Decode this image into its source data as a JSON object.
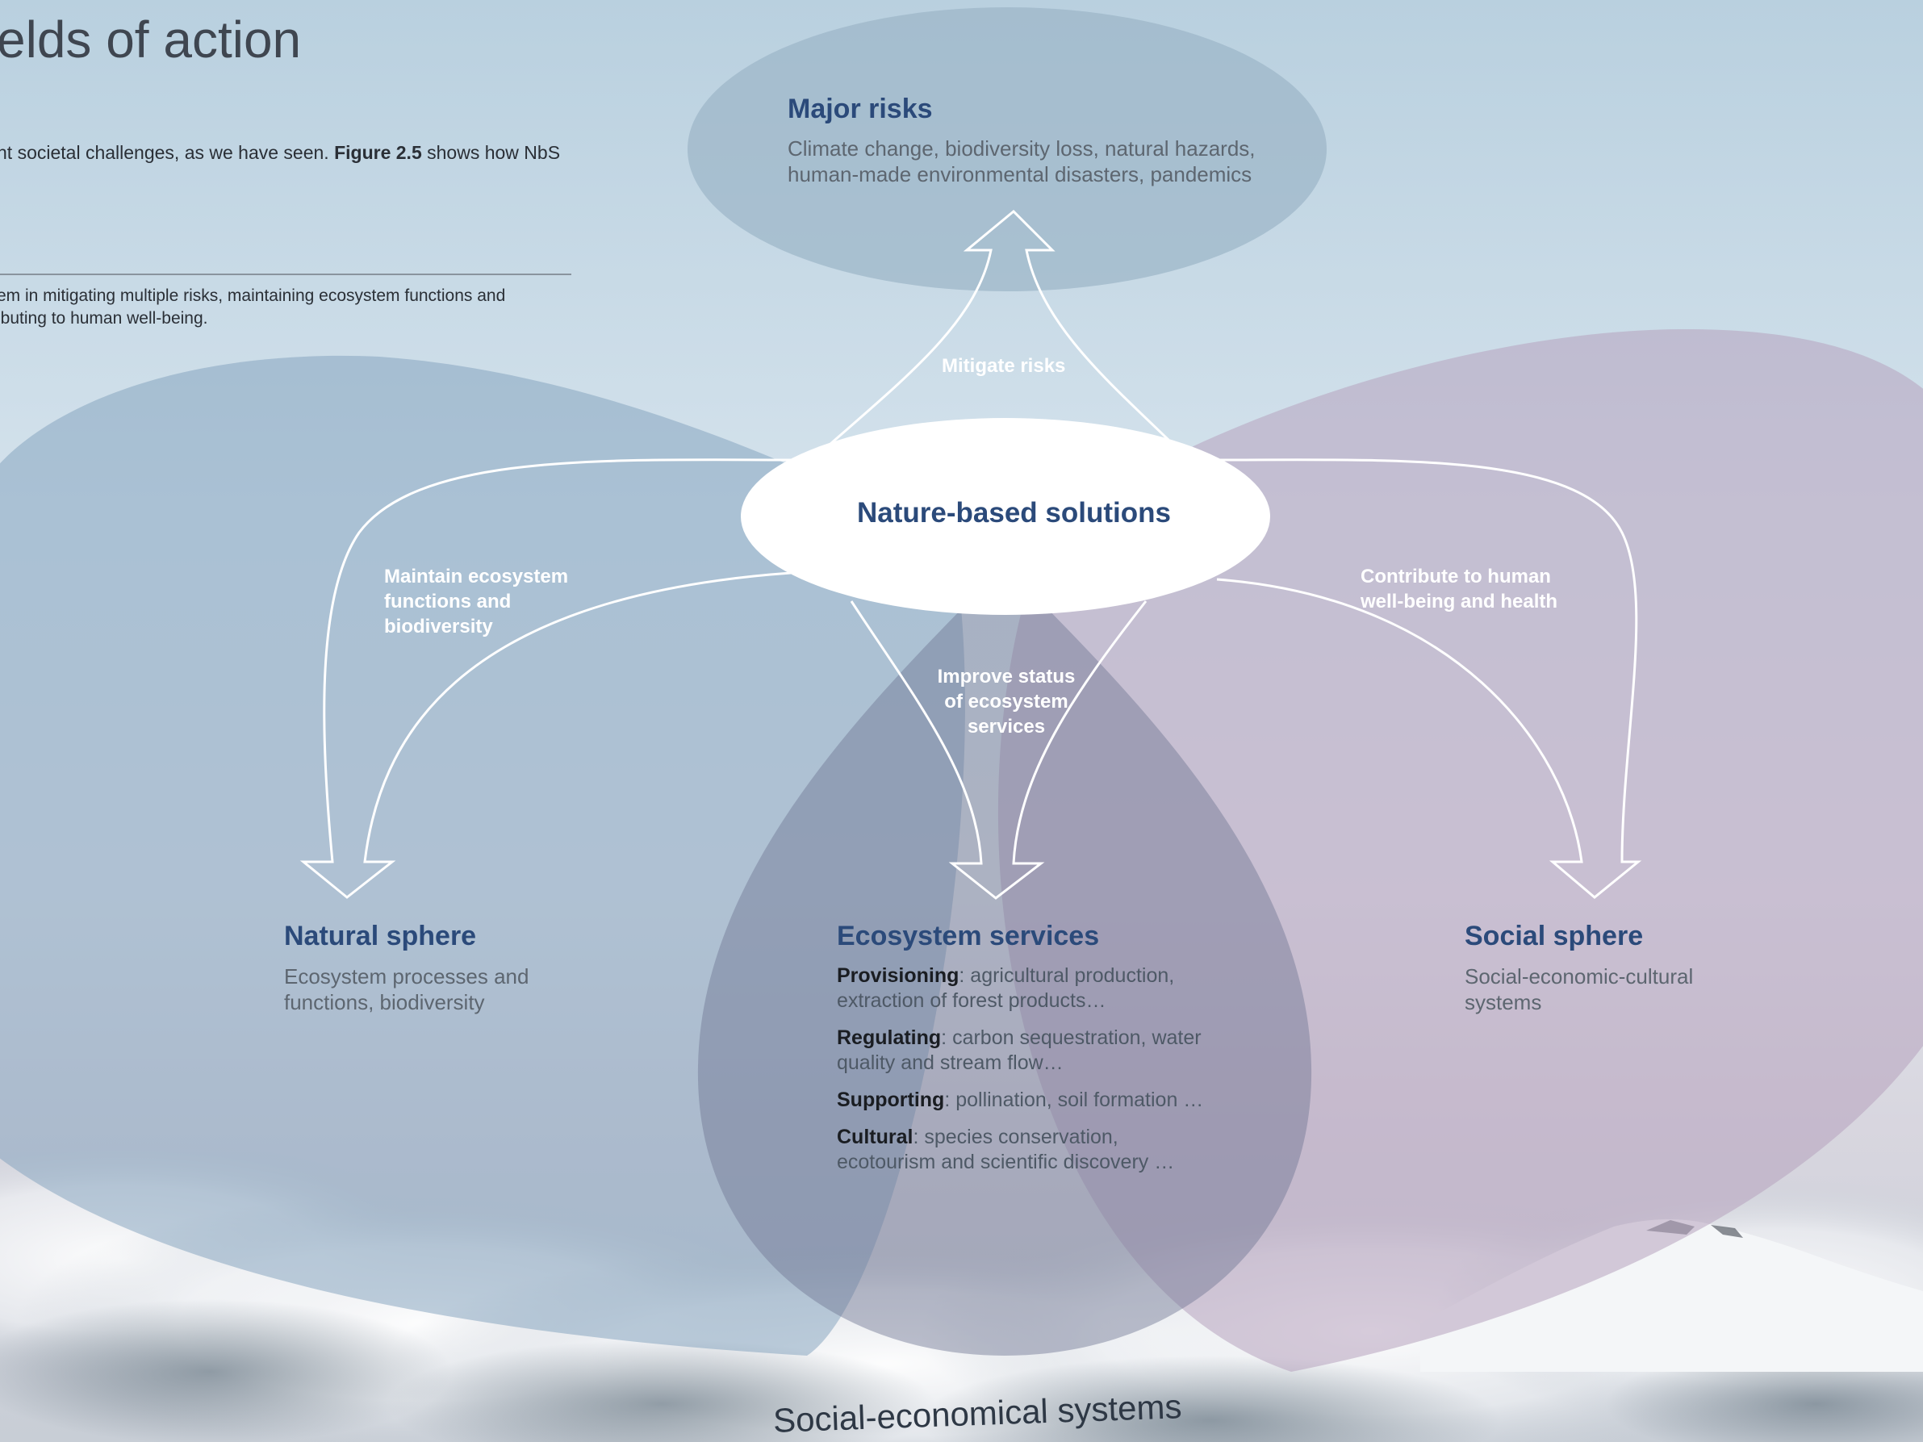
{
  "header": {
    "title": "elds of action",
    "intro_a": "nt societal challenges, as we have seen. ",
    "intro_fig": "Figure 2.5",
    "intro_b": " shows how NbS",
    "caption_1": "em in mitigating multiple risks, maintaining ecosystem functions and",
    "caption_2": "ibuting to human well-being."
  },
  "diagram": {
    "center": {
      "title": "Nature-based solutions"
    },
    "major_risks": {
      "title": "Major risks",
      "desc_1": "Climate change, biodiversity loss, natural hazards,",
      "desc_2": "human-made environmental disasters, pandemics"
    },
    "natural_sphere": {
      "title": "Natural sphere",
      "desc_1": "Ecosystem processes and",
      "desc_2": "functions, biodiversity"
    },
    "social_sphere": {
      "title": "Social sphere",
      "desc_1": "Social-economic-cultural",
      "desc_2": "systems"
    },
    "ecosystem_services": {
      "title": "Ecosystem services",
      "items": [
        {
          "name": "Provisioning",
          "text_1": ": agricultural production,",
          "text_2": "extraction of forest products…"
        },
        {
          "name": "Regulating",
          "text_1": ": carbon sequestration, water",
          "text_2": "quality and stream flow…"
        },
        {
          "name": "Supporting",
          "text_1": ": pollination, soil formation …",
          "text_2": ""
        },
        {
          "name": "Cultural",
          "text_1": ": species conservation,",
          "text_2": "ecotourism and scientific discovery …"
        }
      ]
    },
    "arrow_labels": {
      "mitigate": "Mitigate risks",
      "maintain_1": "Maintain ecosystem",
      "maintain_2": "functions and",
      "maintain_3": "biodiversity",
      "contribute_1": "Contribute to human",
      "contribute_2": "well-being and health",
      "improve_1": "Improve status",
      "improve_2": "of ecosystem",
      "improve_3": "services"
    },
    "footer": "Social-economical systems"
  },
  "colors": {
    "title_blue": "#2b4a7a",
    "natural_lobe": "#7f9fbc",
    "social_lobe": "#b7a3bd",
    "services_lobe": "#6f7592",
    "risks_ellipse": "#9db5c8"
  }
}
